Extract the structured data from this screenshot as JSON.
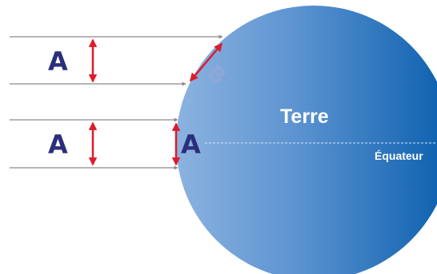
{
  "labels": {
    "earth": "Terre",
    "equator": "Équateur",
    "beam_width_top": "A",
    "beam_width_bottom": "A",
    "surface_area_low": "A",
    "surface_area_high": "B"
  },
  "colors": {
    "earth_light": "#8cb3e0",
    "earth_mid": "#3f82c8",
    "earth_dark": "#0a5fad",
    "ray_line": "#8a8a8a",
    "arrow": "#dd1c2a",
    "label_a": "#2b2f7a",
    "label_b": "#8fa7d8",
    "label_light": "#ffffff",
    "equator_line": "#d6e4f5"
  }
}
